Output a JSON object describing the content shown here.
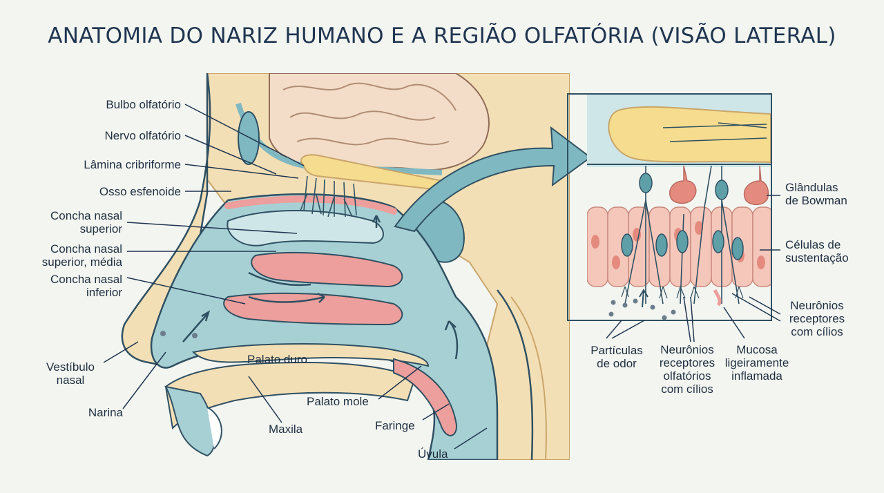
{
  "title": "ANATOMIA DO NARIZ HUMANO E A REGIÃO OLFATÓRIA (VISÃO LATERAL)",
  "colors": {
    "bone": "#f3dfb6",
    "cavity": "#a7d0d4",
    "mucosa": "#ec9f9c",
    "nerve": "#f5dc8e",
    "brain": "#f3ddc8",
    "neuron": "#5e9fa8",
    "outline": "#1f3550"
  },
  "labels": {
    "bulbo": "Bulbo olfatório",
    "nervo": "Nervo olfatório",
    "lamina": "Lâmina cribriforme",
    "osso": "Osso esfenoide",
    "concha_sup_1": "Concha nasal",
    "concha_sup_2": "superior",
    "concha_med_1": "Concha nasal",
    "concha_med_2": "superior, média",
    "concha_inf_1": "Concha nasal",
    "concha_inf_2": "inferior",
    "vestibulo_1": "Vestíbulo",
    "vestibulo_2": "nasal",
    "narina": "Narina",
    "maxila": "Maxila",
    "palato_duro": "Palato duro",
    "palato_mole": "Palato mole",
    "faringe": "Faringe",
    "uvula": "Úvula",
    "glandulas_1": "Glândulas",
    "glandulas_2": "de Bowman",
    "celulas_1": "Células de",
    "celulas_2": "sustentação",
    "neuronios_right_1": "Neurônios",
    "neuronios_right_2": "receptores",
    "neuronios_right_3": "com cílios",
    "particulas_1": "Partículas",
    "particulas_2": "de odor",
    "neuronios_bottom_1": "Neurônios",
    "neuronios_bottom_2": "receptores",
    "neuronios_bottom_3": "olfatórios",
    "neuronios_bottom_4": "com cílios",
    "mucosa_1": "Mucosa",
    "mucosa_2": "ligeiramente",
    "mucosa_3": "inflamada"
  }
}
